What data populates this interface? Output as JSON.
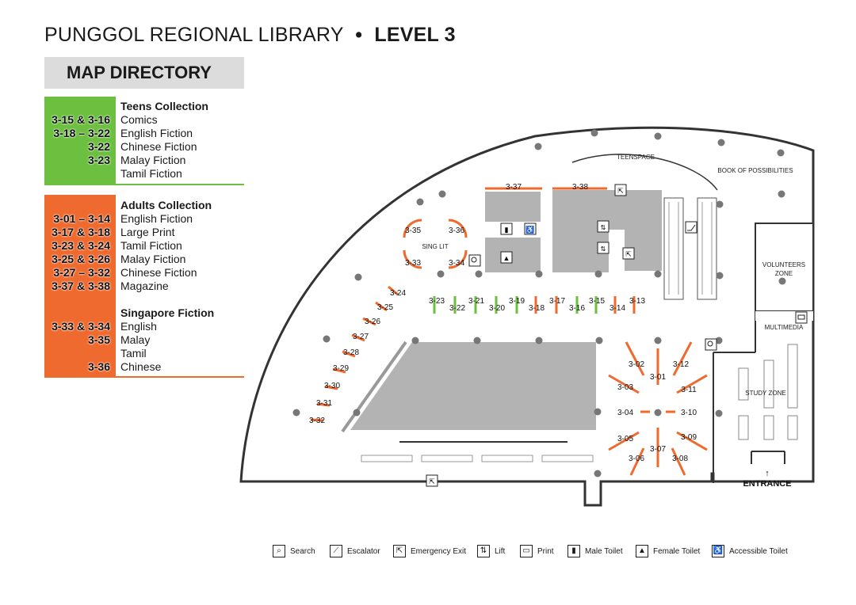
{
  "title": {
    "prefix": "PUNGGOL REGIONAL LIBRARY",
    "separator": "•",
    "level": "LEVEL 3"
  },
  "directory": {
    "header": "MAP DIRECTORY",
    "teens": {
      "heading": "Teens Collection",
      "color": "#6cbf3f",
      "rows": [
        {
          "code": "3-15 & 3-16",
          "label": "Comics"
        },
        {
          "code": "3-18 – 3-22",
          "label": "English Fiction"
        },
        {
          "code": "3-22",
          "label": "Chinese Fiction"
        },
        {
          "code": "3-23",
          "label": "Malay Fiction"
        },
        {
          "code": "",
          "label": "Tamil Fiction"
        }
      ]
    },
    "adults": {
      "heading": "Adults Collection",
      "color": "#ef6a2e",
      "rows": [
        {
          "code": "3-01 – 3-14",
          "label": "English Fiction"
        },
        {
          "code": "3-17 & 3-18",
          "label": "Large Print"
        },
        {
          "code": "3-23 & 3-24",
          "label": "Tamil Fiction"
        },
        {
          "code": "3-25 & 3-26",
          "label": "Malay Fiction"
        },
        {
          "code": "3-27 – 3-32",
          "label": "Chinese Fiction"
        },
        {
          "code": "3-37 & 3-38",
          "label": "Magazine"
        }
      ],
      "sub_heading": "Singapore Fiction",
      "sub_rows": [
        {
          "code": "3-33 & 3-34",
          "label": "English"
        },
        {
          "code": "3-35",
          "label": "Malay"
        },
        {
          "code": "",
          "label": "Tamil"
        },
        {
          "code": "3-36",
          "label": "Chinese"
        }
      ]
    }
  },
  "map": {
    "zones": {
      "teenspace": "TEENSPACE",
      "book_of_possibilities": "BOOK OF POSSIBILITIES",
      "volunteers_1": "VOLUNTEERS",
      "volunteers_2": "ZONE",
      "multimedia": "MULTIMEDIA",
      "study_zone": "STUDY ZONE",
      "sing_lit": "SING LIT",
      "entrance": "ENTRANCE"
    },
    "shelves": {
      "s3_37": "3-37",
      "s3_38": "3-38",
      "s3_35": "3-35",
      "s3_36": "3-36",
      "s3_33": "3-33",
      "s3_34": "3-34",
      "s3_23": "3-23",
      "s3_22": "3-22",
      "s3_21": "3-21",
      "s3_20": "3-20",
      "s3_19": "3-19",
      "s3_18": "3-18",
      "s3_17": "3-17",
      "s3_16": "3-16",
      "s3_15": "3-15",
      "s3_14": "3-14",
      "s3_13": "3-13",
      "s3_24": "3-24",
      "s3_25": "3-25",
      "s3_26": "3-26",
      "s3_27": "3-27",
      "s3_28": "3-28",
      "s3_29": "3-29",
      "s3_30": "3-30",
      "s3_31": "3-31",
      "s3_32": "3-32",
      "s3_02": "3-02",
      "s3_01": "3-01",
      "s3_12": "3-12",
      "s3_03": "3-03",
      "s3_11": "3-11",
      "s3_04": "3-04",
      "s3_10": "3-10",
      "s3_05": "3-05",
      "s3_09": "3-09",
      "s3_07": "3-07",
      "s3_06": "3-06",
      "s3_08": "3-08"
    },
    "colors": {
      "green": "#6cbf3f",
      "orange": "#ef6a2e",
      "grey": "#b3b3b3",
      "dot": "#777777"
    }
  },
  "legend": [
    {
      "icon": "search-icon",
      "label": "Search"
    },
    {
      "icon": "escalator-icon",
      "label": "Escalator"
    },
    {
      "icon": "emergency-exit-icon",
      "label": "Emergency Exit"
    },
    {
      "icon": "lift-icon",
      "label": "Lift"
    },
    {
      "icon": "print-icon",
      "label": "Print"
    },
    {
      "icon": "male-toilet-icon",
      "label": "Male Toilet"
    },
    {
      "icon": "female-toilet-icon",
      "label": "Female Toilet"
    },
    {
      "icon": "accessible-toilet-icon",
      "label": "Accessible Toilet"
    }
  ]
}
